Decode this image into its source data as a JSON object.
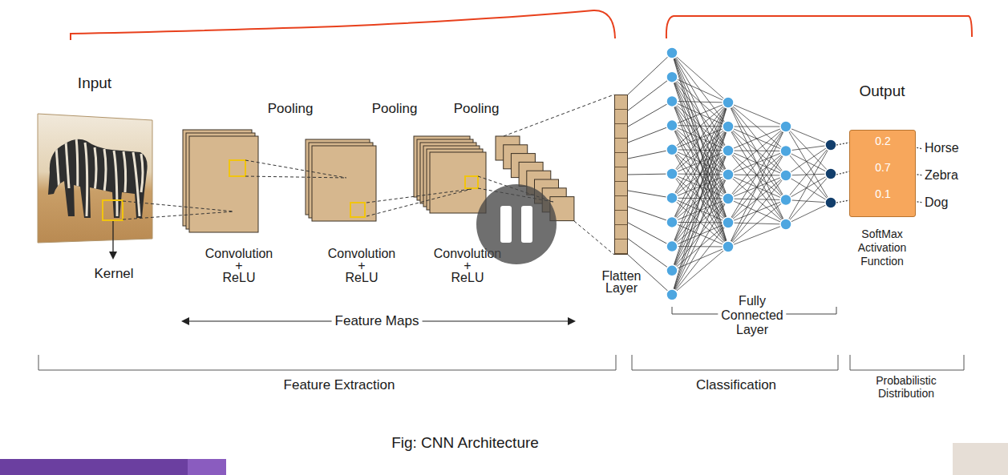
{
  "diagram": {
    "caption": "Fig: CNN Architecture",
    "nodes": [
      {
        "text": [
          "Flatten Layer"
        ]
      },
      {
        "text": [
          "0.2",
          "0.7",
          "0.1"
        ]
      }
    ],
    "labels": [
      "Input",
      "Kernel",
      "Pooling",
      "Pooling",
      "Pooling",
      "Convolution + ReLU",
      "Convolution + ReLU",
      "Convolution + ReLU",
      "Feature Maps",
      "Fully Connected Layer",
      "Output",
      "Horse",
      "Zebra",
      "Dog",
      "SoftMax Activation Function",
      "Feature Extraction",
      "Classification",
      "Probabilistic Distribution"
    ]
  }
}
